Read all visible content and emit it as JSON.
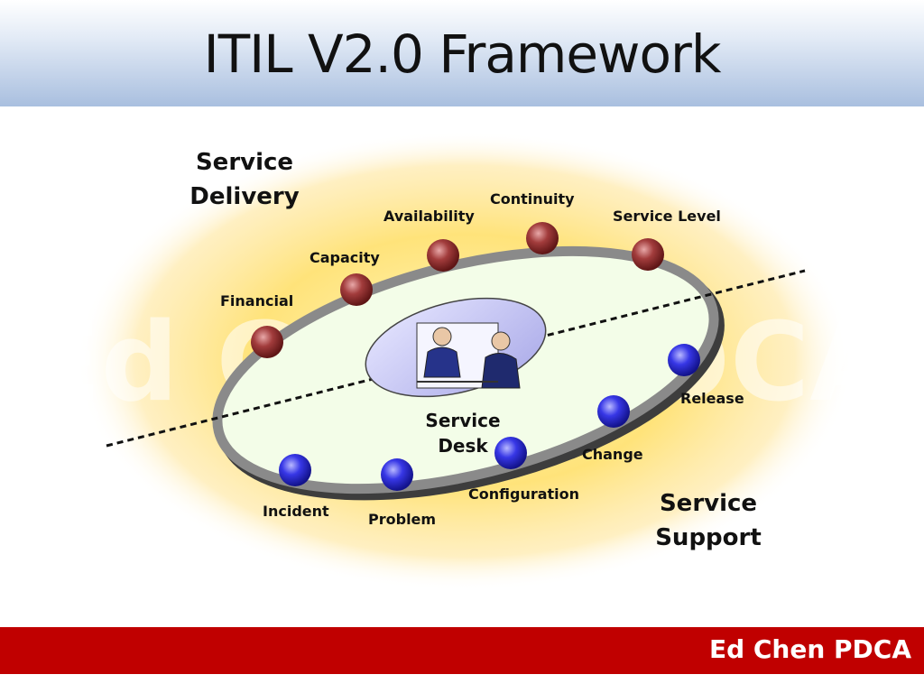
{
  "title": "ITIL V2.0 Framework",
  "watermark": "Ed Chen PDCA",
  "footer": {
    "text": "Ed Chen PDCA"
  },
  "service_delivery": {
    "heading_line1": "Service",
    "heading_line2": "Delivery",
    "items": [
      "Financial",
      "Capacity",
      "Availability",
      "Continuity",
      "Service Level"
    ]
  },
  "service_support": {
    "heading_line1": "Service",
    "heading_line2": "Support",
    "items": [
      "Incident",
      "Problem",
      "Configuration",
      "Change",
      "Release"
    ]
  },
  "center": {
    "line1": "Service",
    "line2": "Desk"
  },
  "colors": {
    "delivery_node": "#8b2a2a",
    "support_node": "#2a2ad6",
    "footer": "#c00000",
    "ring": "#808080",
    "glow": "#ffd84a"
  }
}
